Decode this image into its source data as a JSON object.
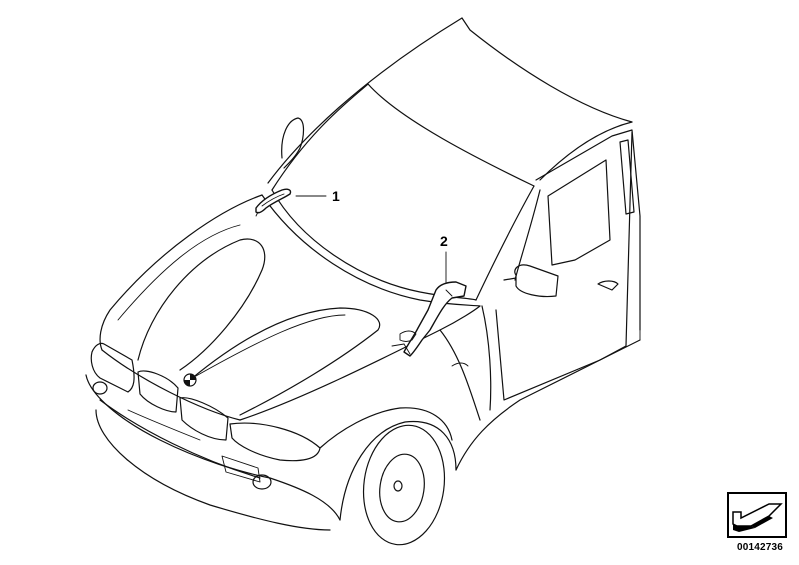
{
  "diagram": {
    "callouts": [
      {
        "id": "1",
        "label": "1"
      },
      {
        "id": "2",
        "label": "2"
      }
    ],
    "document_number": "00142736",
    "icons": {
      "reference": "next-page-arrow-icon",
      "emblem": "roundel-emblem-icon"
    },
    "colors": {
      "line": "#111111",
      "background": "#ffffff"
    }
  }
}
